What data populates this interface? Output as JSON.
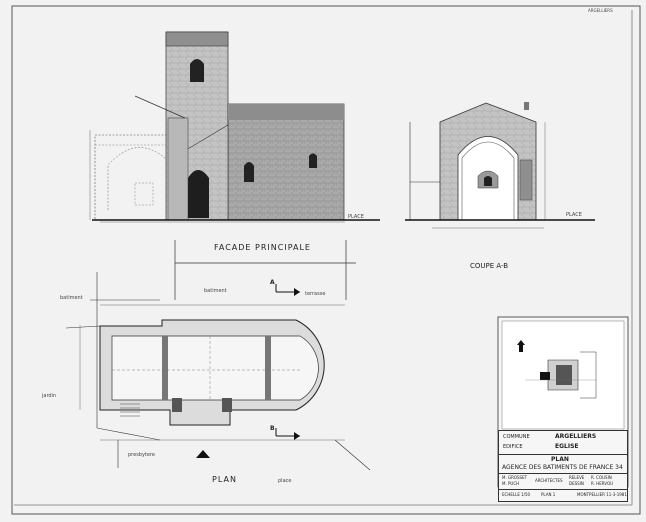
{
  "drawing": {
    "ref_top": "ARGELLIERS",
    "facade_title": "FACADE PRINCIPALE",
    "coupe_title": "COUPE A-B",
    "plan_title": "PLAN",
    "labels": {
      "place_facade": "PLACE",
      "place_coupe": "PLACE",
      "place_plan": "place",
      "batiment": "batiment",
      "batiment2": "batiment",
      "terrasse": "terrasse",
      "jardin": "jardin",
      "presbytere": "presbytere",
      "marker_a": "A",
      "marker_b": "B"
    }
  },
  "cartouche": {
    "commune_label": "COMMUNE",
    "commune_value": "ARGELLIERS",
    "edifice_label": "EDIFICE",
    "edifice_value": "EGLISE",
    "doc_type": "PLAN",
    "agency": "AGENCE DES BATIMENTS DE FRANCE 34",
    "architects": [
      "M. GROSSET",
      "M. PUCH"
    ],
    "architects_label": "ARCHITECTES",
    "releve_label": "RELEVE",
    "releve_value": "R. COUSIN",
    "dessin_label": "DESSIN",
    "dessin_value": "R. HERVOU",
    "echelle": "ECHELLE 1/50",
    "plan_no": "PLAN 1",
    "location": "MONTPELLIER 11-3-1981"
  },
  "colors": {
    "paper": "#f2f2f2",
    "ink": "#222222",
    "stone_dark": "#7a7a7a",
    "stone_mid": "#a8a8a8",
    "stone_light": "#cfcfcf"
  }
}
